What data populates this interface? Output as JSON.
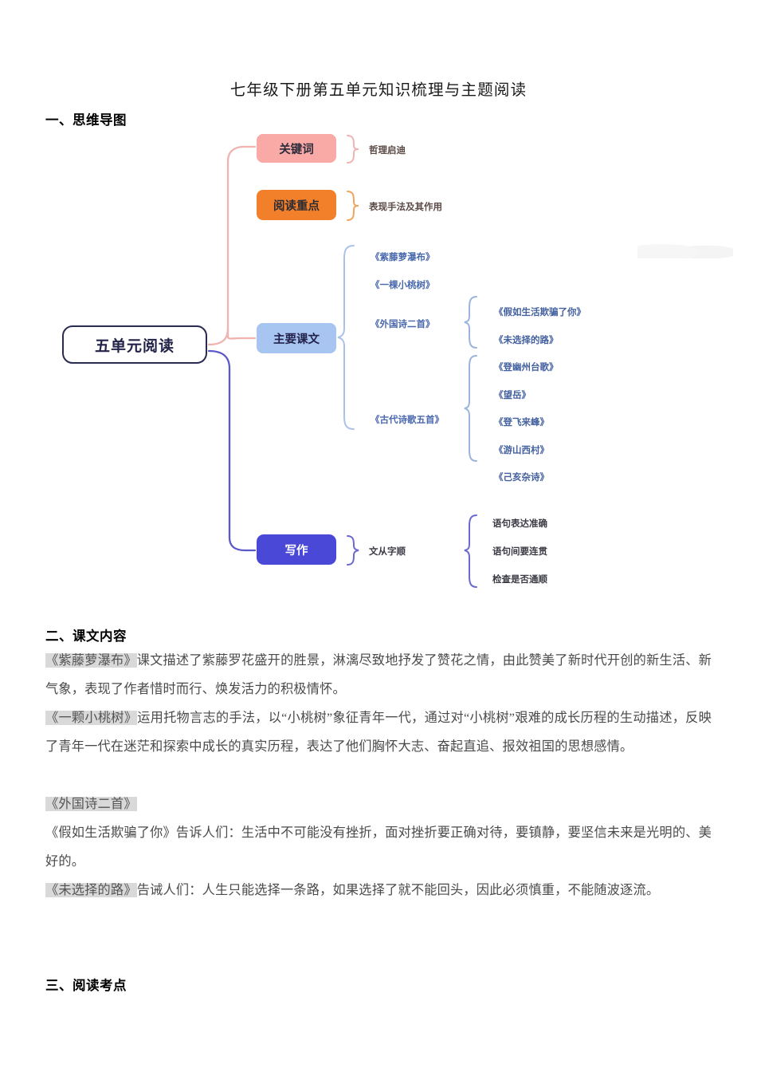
{
  "document": {
    "title": "七年级下册第五单元知识梳理与主题阅读"
  },
  "sections": {
    "mindmap_heading": "一、思维导图",
    "content_heading": "二、课文内容",
    "exam_heading": "三、阅读考点"
  },
  "mindmap": {
    "center": "五单元阅读",
    "branches": {
      "keyword": {
        "label": "关键词",
        "color": "#f9a9a6",
        "children": [
          "哲理启迪"
        ]
      },
      "reading_focus": {
        "label": "阅读重点",
        "color": "#f2802b",
        "children": [
          "表现手法及其作用"
        ]
      },
      "main_texts": {
        "label": "主要课文",
        "color": "#a8c4f0",
        "children": [
          "《紫藤萝瀑布》",
          "《一棵小桃树》",
          "《外国诗二首》",
          "《古代诗歌五首》"
        ],
        "foreign_poems": [
          "《假如生活欺骗了你》",
          "《未选择的路》"
        ],
        "ancient_poems": [
          "《登幽州台歌》",
          "《望岳》",
          "《登飞来峰》",
          "《游山西村》",
          "《己亥杂诗》"
        ]
      },
      "writing": {
        "label": "写作",
        "color": "#4a48d6",
        "children": [
          "文从字顺"
        ],
        "details": [
          "语句表达准确",
          "语句间要连贯",
          "检查是否通顺"
        ]
      }
    }
  },
  "content": {
    "zitengluo": {
      "title": "《紫藤萝瀑布》",
      "text": "课文描述了紫藤罗花盛开的胜景，淋漓尽致地抒发了赞花之情，由此赞美了新时代开创的新生活、新气象，表现了作者惜时而行、焕发活力的积极情怀。"
    },
    "xiaotaoshu": {
      "title": "《一颗小桃树》",
      "text": "运用托物言志的手法，以“小桃树”象征青年一代，通过对“小桃树”艰难的成长历程的生动描述，反映了青年一代在迷茫和探索中成长的真实历程，表达了他们胸怀大志、奋起直追、报效祖国的思想感情。"
    },
    "waiguoshi": {
      "title": "《外国诗二首》"
    },
    "jiaru": {
      "title": "《假如生活欺骗了你》",
      "text": "告诉人们：生活中不可能没有挫折，面对挫折要正确对待，要镇静，要坚信未来是光明的、美好的。"
    },
    "weixuanze": {
      "title": "《未选择的路》",
      "text": "告诫人们：人生只能选择一条路，如果选择了就不能回头，因此必须慎重，不能随波逐流。"
    }
  }
}
